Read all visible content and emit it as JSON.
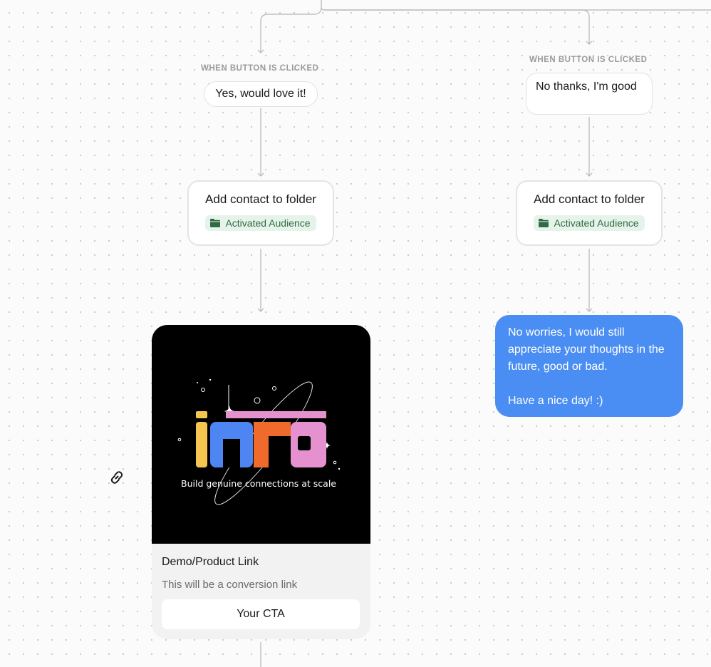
{
  "branches": {
    "left": {
      "trigger_label": "WHEN BUTTON IS CLICKED",
      "button_text": "Yes, would love it!",
      "action": {
        "title": "Add contact to folder",
        "folder": "Activated Audience",
        "folder_icon": "folder-icon"
      }
    },
    "right": {
      "trigger_label": "WHEN BUTTON IS CLICKED",
      "button_text": "No thanks, I'm good",
      "action": {
        "title": "Add contact to folder",
        "folder": "Activated Audience",
        "folder_icon": "folder-icon"
      }
    }
  },
  "message": {
    "paragraph_1": "No worries, I would still appreciate your thoughts in the future, good or bad.",
    "paragraph_2": "Have a nice day! :)",
    "bubble_color": "#4a8ef3"
  },
  "link_card": {
    "image": {
      "logo_text": "inro",
      "tagline": "Build genuine connections at scale",
      "colors": {
        "yellow": "#f5c64f",
        "blue": "#4d86f2",
        "orange": "#ef6a2b",
        "pink": "#e591cf"
      }
    },
    "title": "Demo/Product Link",
    "description": "This will be a conversion link",
    "cta_label": "Your CTA",
    "side_icon": "link-icon"
  },
  "colors": {
    "badge_bg": "#e6f3ea",
    "badge_text": "#2f6a43",
    "connector": "#b5b5b5"
  }
}
